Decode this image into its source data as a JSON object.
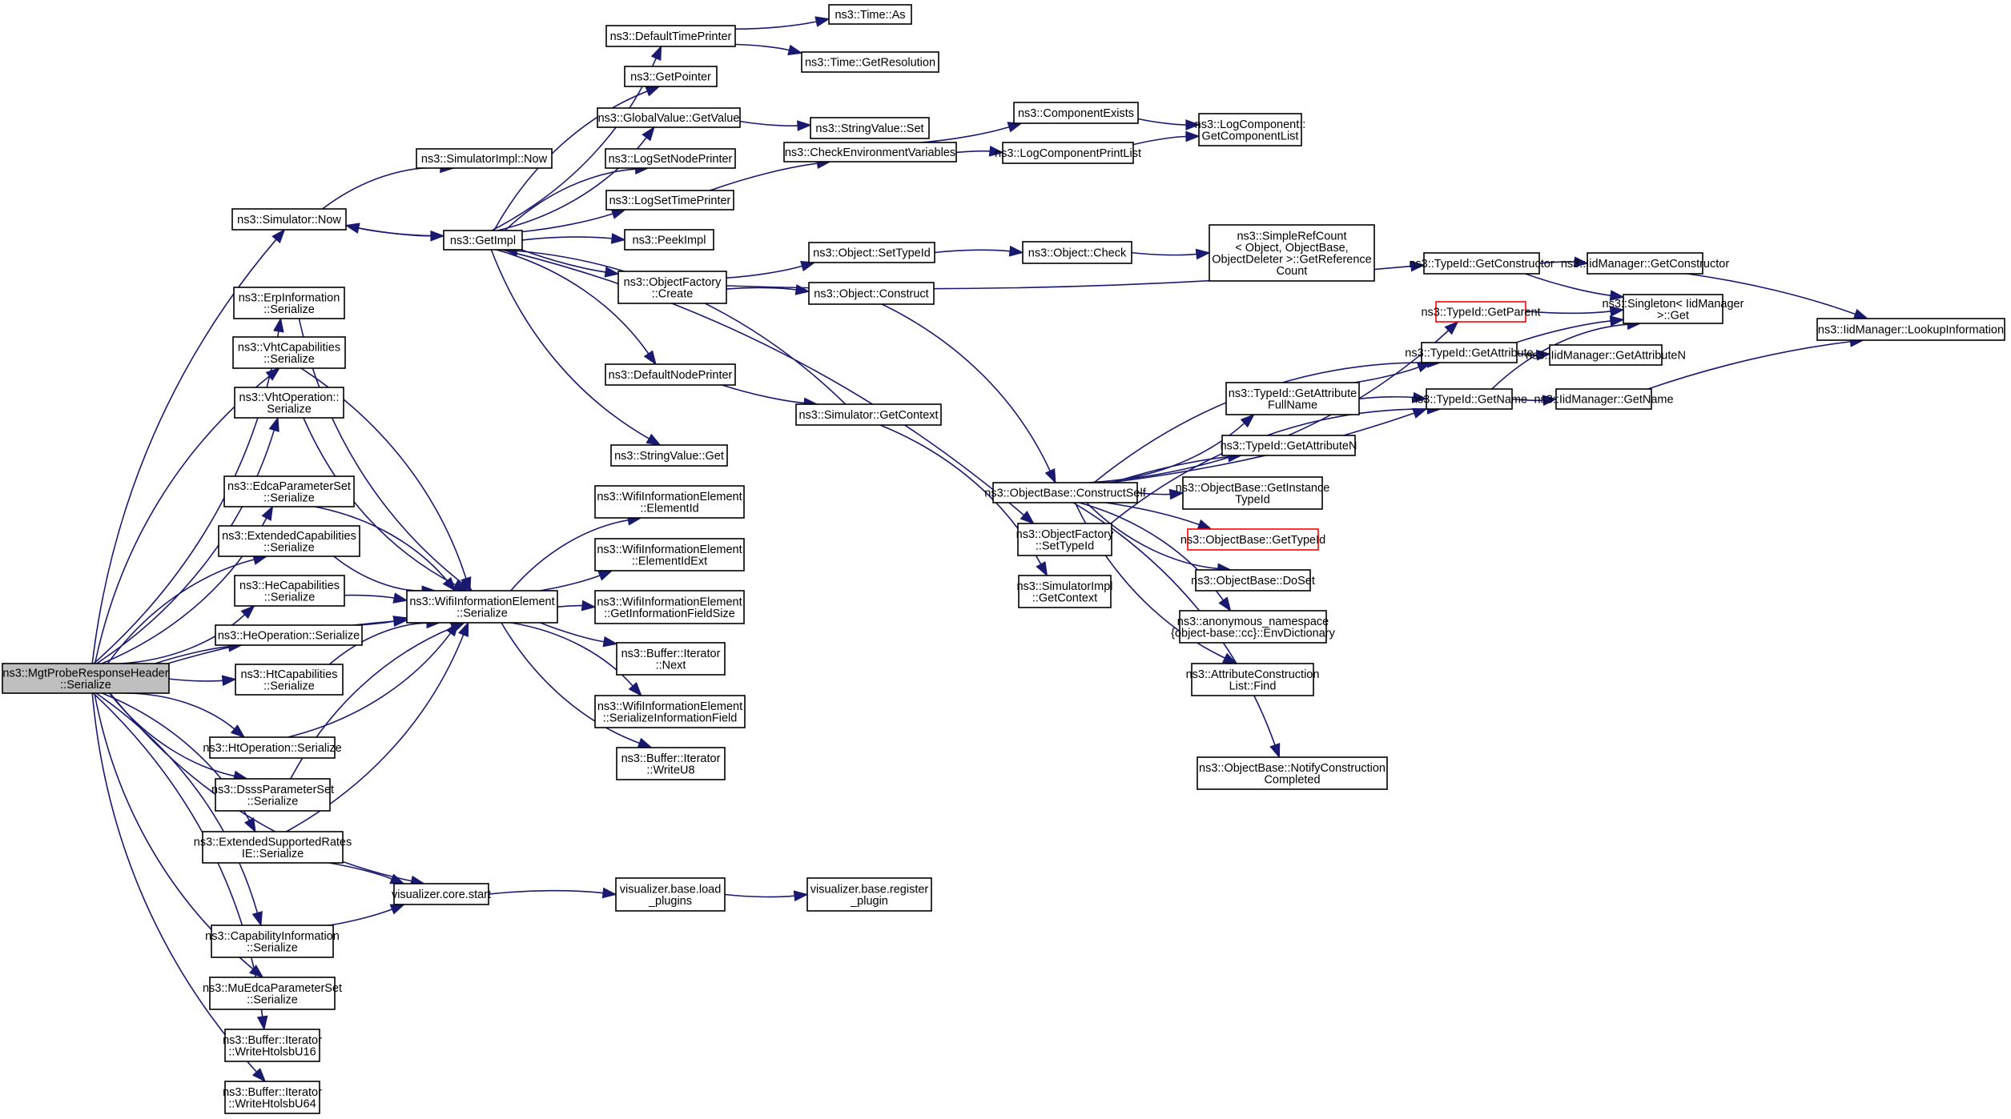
{
  "diagram": {
    "type": "call-graph",
    "edge_color": "#191970",
    "root_fill": "#bfbfbf",
    "highlight_border": "#ff0000",
    "nodes": {
      "root": [
        "ns3::MgtProbeResponseHeader",
        "::Serialize"
      ],
      "simNow": [
        "ns3::Simulator::Now"
      ],
      "simImplNow": [
        "ns3::SimulatorImpl::Now"
      ],
      "getImpl": [
        "ns3::GetImpl"
      ],
      "defTimePrinter": [
        "ns3::DefaultTimePrinter"
      ],
      "timeAs": [
        "ns3::Time::As"
      ],
      "timeRes": [
        "ns3::Time::GetResolution"
      ],
      "getPointer": [
        "ns3::GetPointer"
      ],
      "gvGetValue": [
        "ns3::GlobalValue::GetValue"
      ],
      "svSet": [
        "ns3::StringValue::Set"
      ],
      "logNodePrinter": [
        "ns3::LogSetNodePrinter"
      ],
      "logTimePrinter": [
        "ns3::LogSetTimePrinter"
      ],
      "checkEnv": [
        "ns3::CheckEnvironmentVariables"
      ],
      "compExists": [
        "ns3::ComponentExists"
      ],
      "logCompPrint": [
        "ns3::LogComponentPrintList"
      ],
      "logCompList": [
        "ns3::LogComponent::",
        "GetComponentList"
      ],
      "peekImpl": [
        "ns3::PeekImpl"
      ],
      "ofCreate": [
        "ns3::ObjectFactory",
        "::Create"
      ],
      "objSetTypeId": [
        "ns3::Object::SetTypeId"
      ],
      "objConstruct": [
        "ns3::Object::Construct"
      ],
      "objCheck": [
        "ns3::Object::Check"
      ],
      "simpleRef": [
        "ns3::SimpleRefCount",
        "< Object, ObjectBase,",
        "ObjectDeleter >::GetReference",
        "Count"
      ],
      "tidGetCtor": [
        "ns3::TypeId::GetConstructor"
      ],
      "iidGetCtor": [
        "ns3::IidManager::GetConstructor"
      ],
      "singletonGet": [
        "ns3::Singleton< IidManager",
        ">::Get"
      ],
      "iidLookup": [
        "ns3::IidManager::LookupInformation"
      ],
      "tidGetParent": [
        "ns3::TypeId::GetParent"
      ],
      "tidGetAttr": [
        "ns3::TypeId::GetAttribute"
      ],
      "iidGetAttrN": [
        "ns3::IidManager::GetAttributeN"
      ],
      "tidGetName": [
        "ns3::TypeId::GetName"
      ],
      "iidGetName": [
        "ns3::IidManager::GetName"
      ],
      "tidAttrFull": [
        "ns3::TypeId::GetAttribute",
        "FullName"
      ],
      "tidAttrN": [
        "ns3::TypeId::GetAttributeN"
      ],
      "obConstructSelf": [
        "ns3::ObjectBase::ConstructSelf"
      ],
      "obInstTypeId": [
        "ns3::ObjectBase::GetInstance",
        "TypeId"
      ],
      "obGetTypeId": [
        "ns3::ObjectBase::GetTypeId"
      ],
      "obDoSet": [
        "ns3::ObjectBase::DoSet"
      ],
      "envDict": [
        "ns3::anonymous_namespace",
        "{object-base::cc}::EnvDictionary"
      ],
      "aclFind": [
        "ns3::AttributeConstruction",
        "List::Find"
      ],
      "notifyDone": [
        "ns3::ObjectBase::NotifyConstruction",
        "Completed"
      ],
      "ofSetTypeId": [
        "ns3::ObjectFactory",
        "::SetTypeId"
      ],
      "simImplCtx": [
        "ns3::SimulatorImpl",
        "::GetContext"
      ],
      "defNodePrinter": [
        "ns3::DefaultNodePrinter"
      ],
      "simGetCtx": [
        "ns3::Simulator::GetContext"
      ],
      "svGet": [
        "ns3::StringValue::Get"
      ],
      "wieSerialize": [
        "ns3::WifiInformationElement",
        "::Serialize"
      ],
      "wieElemId": [
        "ns3::WifiInformationElement",
        "::ElementId"
      ],
      "wieElemIdExt": [
        "ns3::WifiInformationElement",
        "::ElementIdExt"
      ],
      "wieFieldSize": [
        "ns3::WifiInformationElement",
        "::GetInformationFieldSize"
      ],
      "bufNext": [
        "ns3::Buffer::Iterator",
        "::Next"
      ],
      "wieSerField": [
        "ns3::WifiInformationElement",
        "::SerializeInformationField"
      ],
      "bufWriteU8": [
        "ns3::Buffer::Iterator",
        "::WriteU8"
      ],
      "erp": [
        "ns3::ErpInformation",
        "::Serialize"
      ],
      "vhtCap": [
        "ns3::VhtCapabilities",
        "::Serialize"
      ],
      "vhtOp": [
        "ns3::VhtOperation::",
        "Serialize"
      ],
      "edca": [
        "ns3::EdcaParameterSet",
        "::Serialize"
      ],
      "extCap": [
        "ns3::ExtendedCapabilities",
        "::Serialize"
      ],
      "heCap": [
        "ns3::HeCapabilities",
        "::Serialize"
      ],
      "heOp": [
        "ns3::HeOperation::Serialize"
      ],
      "htCap": [
        "ns3::HtCapabilities",
        "::Serialize"
      ],
      "htOp": [
        "ns3::HtOperation::Serialize"
      ],
      "dsss": [
        "ns3::DsssParameterSet",
        "::Serialize"
      ],
      "extRates": [
        "ns3::ExtendedSupportedRates",
        "IE::Serialize"
      ],
      "vizStart": [
        "visualizer.core.start"
      ],
      "vizLoad": [
        "visualizer.base.load",
        "_plugins"
      ],
      "vizRegister": [
        "visualizer.base.register",
        "_plugin"
      ],
      "capInfo": [
        "ns3::CapabilityInformation",
        "::Serialize"
      ],
      "muEdca": [
        "ns3::MuEdcaParameterSet",
        "::Serialize"
      ],
      "wU16": [
        "ns3::Buffer::Iterator",
        "::WriteHtolsbU16"
      ],
      "wU64": [
        "ns3::Buffer::Iterator",
        "::WriteHtolsbU64"
      ]
    },
    "root_node": "root",
    "highlighted_nodes": [
      "tidGetParent",
      "obGetTypeId"
    ],
    "edges": [
      [
        "root",
        "simNow"
      ],
      [
        "root",
        "erp"
      ],
      [
        "root",
        "vhtCap"
      ],
      [
        "root",
        "vhtOp"
      ],
      [
        "root",
        "wieSerialize"
      ],
      [
        "root",
        "edca"
      ],
      [
        "root",
        "extCap"
      ],
      [
        "root",
        "heCap"
      ],
      [
        "root",
        "heOp"
      ],
      [
        "root",
        "htCap"
      ],
      [
        "root",
        "htOp"
      ],
      [
        "root",
        "dsss"
      ],
      [
        "root",
        "extRates"
      ],
      [
        "root",
        "vizStart"
      ],
      [
        "root",
        "capInfo"
      ],
      [
        "root",
        "muEdca"
      ],
      [
        "root",
        "wU16"
      ],
      [
        "root",
        "wU64"
      ],
      [
        "simNow",
        "simImplNow"
      ],
      [
        "simNow",
        "getImpl"
      ],
      [
        "getImpl",
        "simNow"
      ],
      [
        "getImpl",
        "defTimePrinter"
      ],
      [
        "getImpl",
        "getPointer"
      ],
      [
        "getImpl",
        "gvGetValue"
      ],
      [
        "getImpl",
        "logNodePrinter"
      ],
      [
        "getImpl",
        "logTimePrinter"
      ],
      [
        "getImpl",
        "peekImpl"
      ],
      [
        "getImpl",
        "ofCreate"
      ],
      [
        "getImpl",
        "defNodePrinter"
      ],
      [
        "getImpl",
        "svGet"
      ],
      [
        "getImpl",
        "ofSetTypeId"
      ],
      [
        "simGetCtx",
        "getImpl"
      ],
      [
        "simGetCtx",
        "simImplCtx"
      ],
      [
        "defTimePrinter",
        "timeAs"
      ],
      [
        "defTimePrinter",
        "timeRes"
      ],
      [
        "gvGetValue",
        "svSet"
      ],
      [
        "logTimePrinter",
        "checkEnv"
      ],
      [
        "checkEnv",
        "compExists"
      ],
      [
        "checkEnv",
        "logCompPrint"
      ],
      [
        "compExists",
        "logCompList"
      ],
      [
        "logCompPrint",
        "logCompList"
      ],
      [
        "ofCreate",
        "objSetTypeId"
      ],
      [
        "ofCreate",
        "objConstruct"
      ],
      [
        "ofCreate",
        "tidGetCtor"
      ],
      [
        "objSetTypeId",
        "objCheck"
      ],
      [
        "objCheck",
        "simpleRef"
      ],
      [
        "objConstruct",
        "obConstructSelf"
      ],
      [
        "defNodePrinter",
        "simGetCtx"
      ],
      [
        "tidGetCtor",
        "iidGetCtor"
      ],
      [
        "tidGetCtor",
        "singletonGet"
      ],
      [
        "iidGetCtor",
        "iidLookup"
      ],
      [
        "tidGetParent",
        "singletonGet"
      ],
      [
        "tidGetAttr",
        "singletonGet"
      ],
      [
        "tidGetAttr",
        "iidGetAttrN"
      ],
      [
        "tidGetName",
        "singletonGet"
      ],
      [
        "tidGetName",
        "iidGetName"
      ],
      [
        "iidGetName",
        "iidLookup"
      ],
      [
        "tidAttrFull",
        "tidGetAttr"
      ],
      [
        "tidAttrFull",
        "tidGetName"
      ],
      [
        "obConstructSelf",
        "tidGetParent"
      ],
      [
        "obConstructSelf",
        "tidGetAttr"
      ],
      [
        "obConstructSelf",
        "tidAttrFull"
      ],
      [
        "obConstructSelf",
        "tidAttrN"
      ],
      [
        "obConstructSelf",
        "obInstTypeId"
      ],
      [
        "obConstructSelf",
        "obGetTypeId"
      ],
      [
        "obConstructSelf",
        "obDoSet"
      ],
      [
        "obConstructSelf",
        "envDict"
      ],
      [
        "obConstructSelf",
        "aclFind"
      ],
      [
        "obConstructSelf",
        "notifyDone"
      ],
      [
        "obConstructSelf",
        "tidGetName"
      ],
      [
        "ofSetTypeId",
        "tidGetName"
      ],
      [
        "erp",
        "wieSerialize"
      ],
      [
        "vhtCap",
        "wieSerialize"
      ],
      [
        "vhtOp",
        "wieSerialize"
      ],
      [
        "edca",
        "wieSerialize"
      ],
      [
        "extCap",
        "wieSerialize"
      ],
      [
        "heCap",
        "wieSerialize"
      ],
      [
        "heOp",
        "wieSerialize"
      ],
      [
        "htCap",
        "wieSerialize"
      ],
      [
        "htOp",
        "wieSerialize"
      ],
      [
        "dsss",
        "wieSerialize"
      ],
      [
        "extRates",
        "wieSerialize"
      ],
      [
        "extRates",
        "vizStart"
      ],
      [
        "capInfo",
        "vizStart"
      ],
      [
        "wieSerialize",
        "wieElemId"
      ],
      [
        "wieSerialize",
        "wieElemIdExt"
      ],
      [
        "wieSerialize",
        "wieFieldSize"
      ],
      [
        "wieSerialize",
        "bufNext"
      ],
      [
        "wieSerialize",
        "wieSerField"
      ],
      [
        "wieSerialize",
        "bufWriteU8"
      ],
      [
        "vizStart",
        "vizLoad"
      ],
      [
        "vizLoad",
        "vizRegister"
      ]
    ]
  }
}
